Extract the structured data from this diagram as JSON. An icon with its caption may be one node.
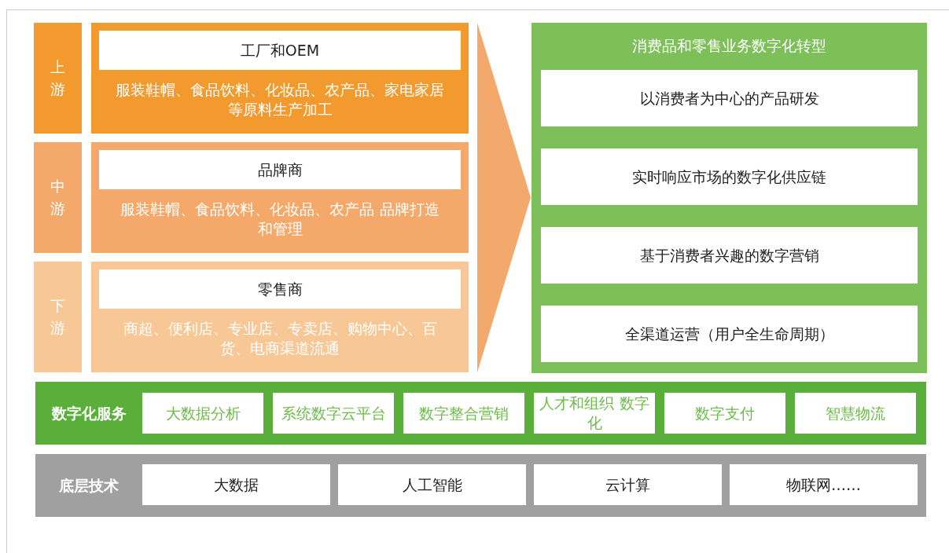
{
  "diagram": {
    "nodes": [
      {
        "text": [
          "上游"
        ]
      },
      {
        "text": [
          "服装鞋帽、食品饮料、化妆品、农产品、家电家居等原料生产加工"
        ]
      },
      {
        "text": [
          "工厂和OEM"
        ],
        "in": 1
      },
      {
        "text": [
          "中游"
        ]
      },
      {
        "text": [
          "服装鞋帽、食品饮料、化妆品、农产品 品牌打造和管理"
        ]
      },
      {
        "text": [
          "品牌商"
        ],
        "in": 4
      },
      {
        "text": [
          "下游"
        ]
      },
      {
        "text": [
          "商超、便利店、专业店、专卖店、购物中心、百货、电商渠道流通"
        ]
      },
      {
        "text": [
          "零售商"
        ],
        "in": 7
      },
      {
        "text": [
          "消费品和零售业务数字化转型"
        ]
      },
      {
        "text": [
          "以消费者为中心的产品研发"
        ],
        "in": 9
      },
      {
        "text": [
          "实时响应市场的数字化供应链"
        ],
        "in": 9
      },
      {
        "text": [
          "基于消费者兴趣的数字营销"
        ],
        "in": 9
      },
      {
        "text": [
          "全渠道运营（用户全生命周期）"
        ],
        "in": 9
      },
      {
        "text": [
          "数字化服务"
        ]
      },
      {
        "text": [
          "大数据分析"
        ],
        "in": 14
      },
      {
        "text": [
          "系统数字云平台"
        ],
        "in": 14
      },
      {
        "text": [
          "数字整合营销"
        ],
        "in": 14
      },
      {
        "text": [
          "人才和组织 数字化"
        ],
        "in": 14
      },
      {
        "text": [
          "数字支付"
        ],
        "in": 14
      },
      {
        "text": [
          "智慧物流"
        ],
        "in": 14
      },
      {
        "text": [
          "底层技术"
        ]
      },
      {
        "text": [
          "大数据"
        ],
        "in": 21
      },
      {
        "text": [
          "人工智能"
        ],
        "in": 21
      },
      {
        "text": [
          "云计算"
        ],
        "in": 21
      },
      {
        "text": [
          "物联网……"
        ],
        "in": 21
      }
    ],
    "edges": [
      {
        "from": null,
        "to": 9,
        "arrow": "to"
      }
    ]
  }
}
